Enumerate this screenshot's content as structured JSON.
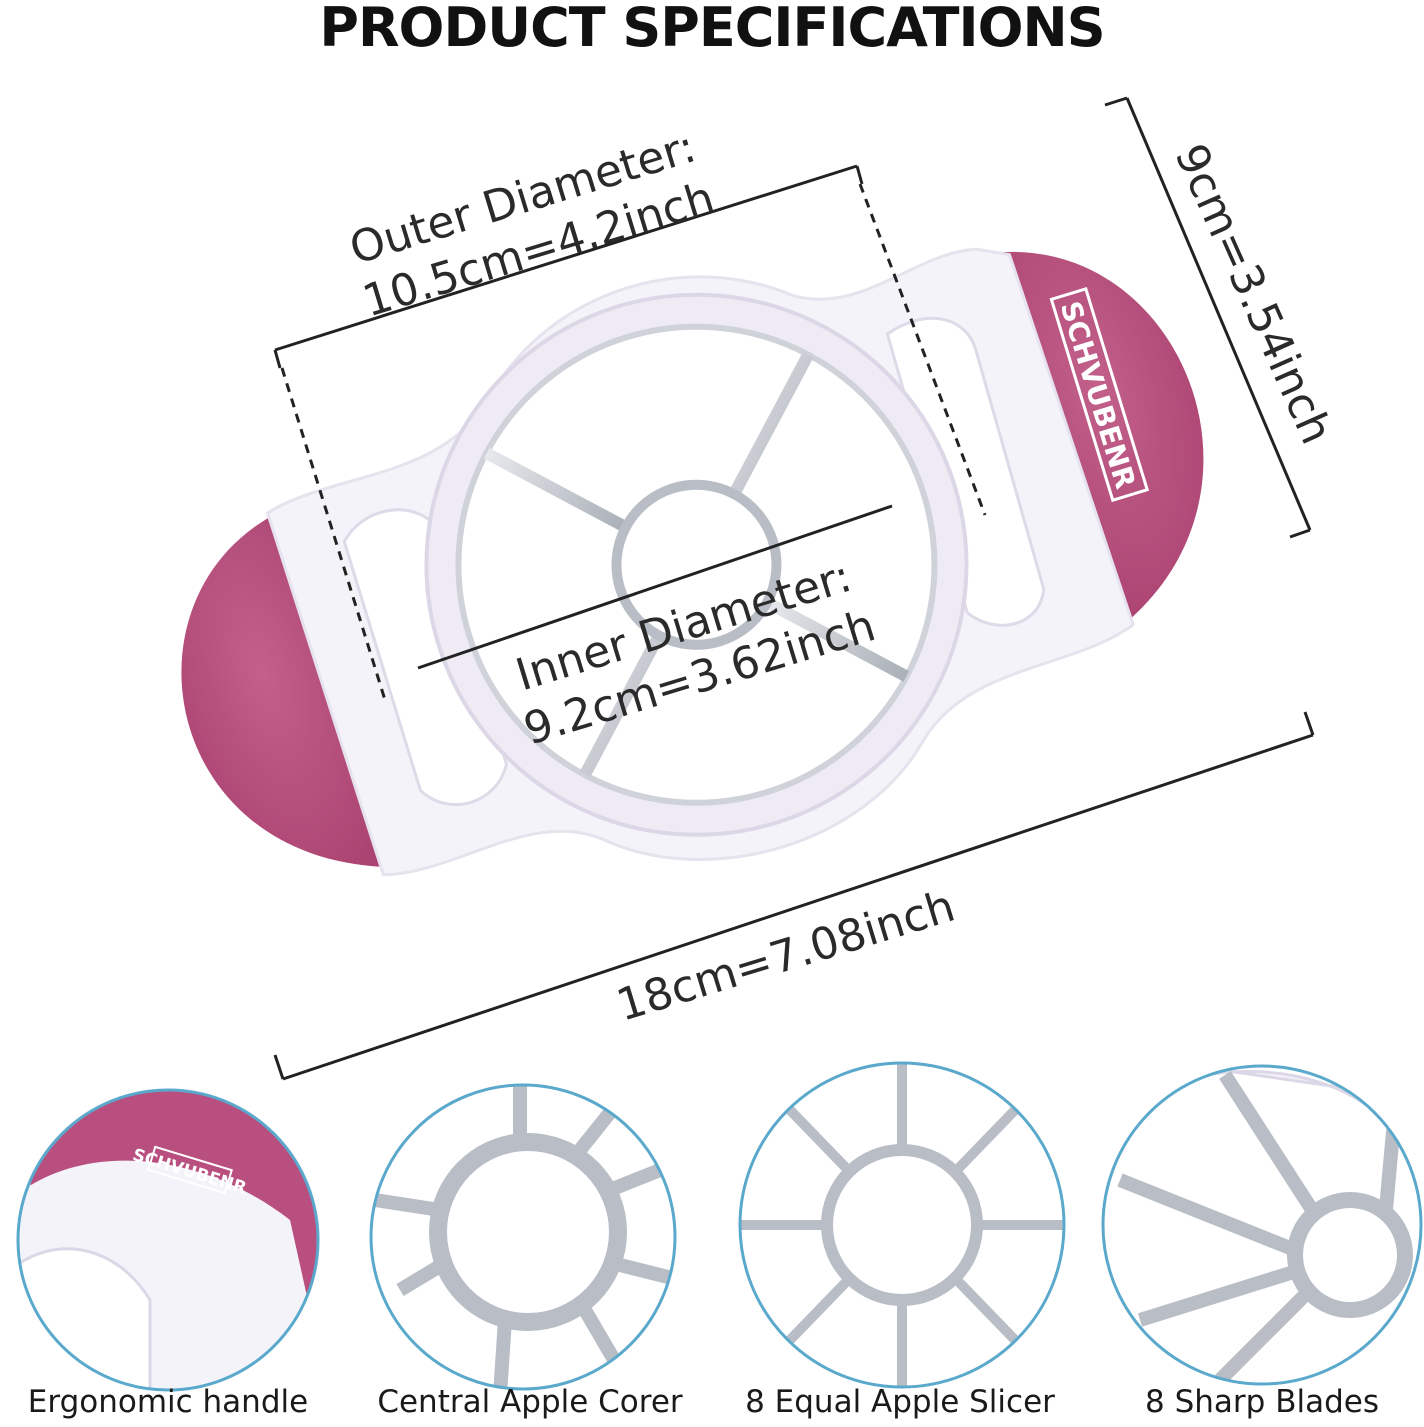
{
  "title": "PRODUCT SPECIFICATIONS",
  "brand": "SCHVUBENR",
  "dimensions": {
    "outer": {
      "line1": "Outer Diameter:",
      "line2": "10.5cm=4.2inch"
    },
    "inner": {
      "line1": "Inner Diameter:",
      "line2": "9.2cm=3.62inch"
    },
    "height": "9cm=3.54inch",
    "length": "18cm=7.08inch"
  },
  "features": [
    {
      "label": "Ergonomic handle",
      "icon": "ergonomic-handle-closeup"
    },
    {
      "label": "Central Apple Corer",
      "icon": "central-corer-closeup"
    },
    {
      "label": "8 Equal Apple Slicer",
      "icon": "eight-slice-blades-closeup"
    },
    {
      "label": "8 Sharp Blades",
      "icon": "sharp-blades-closeup"
    }
  ],
  "colors": {
    "handle": "#b84f7f",
    "frame": "#f5f3fa",
    "blade": "#c9ccd2",
    "circle_border": "#5aa9cc"
  }
}
